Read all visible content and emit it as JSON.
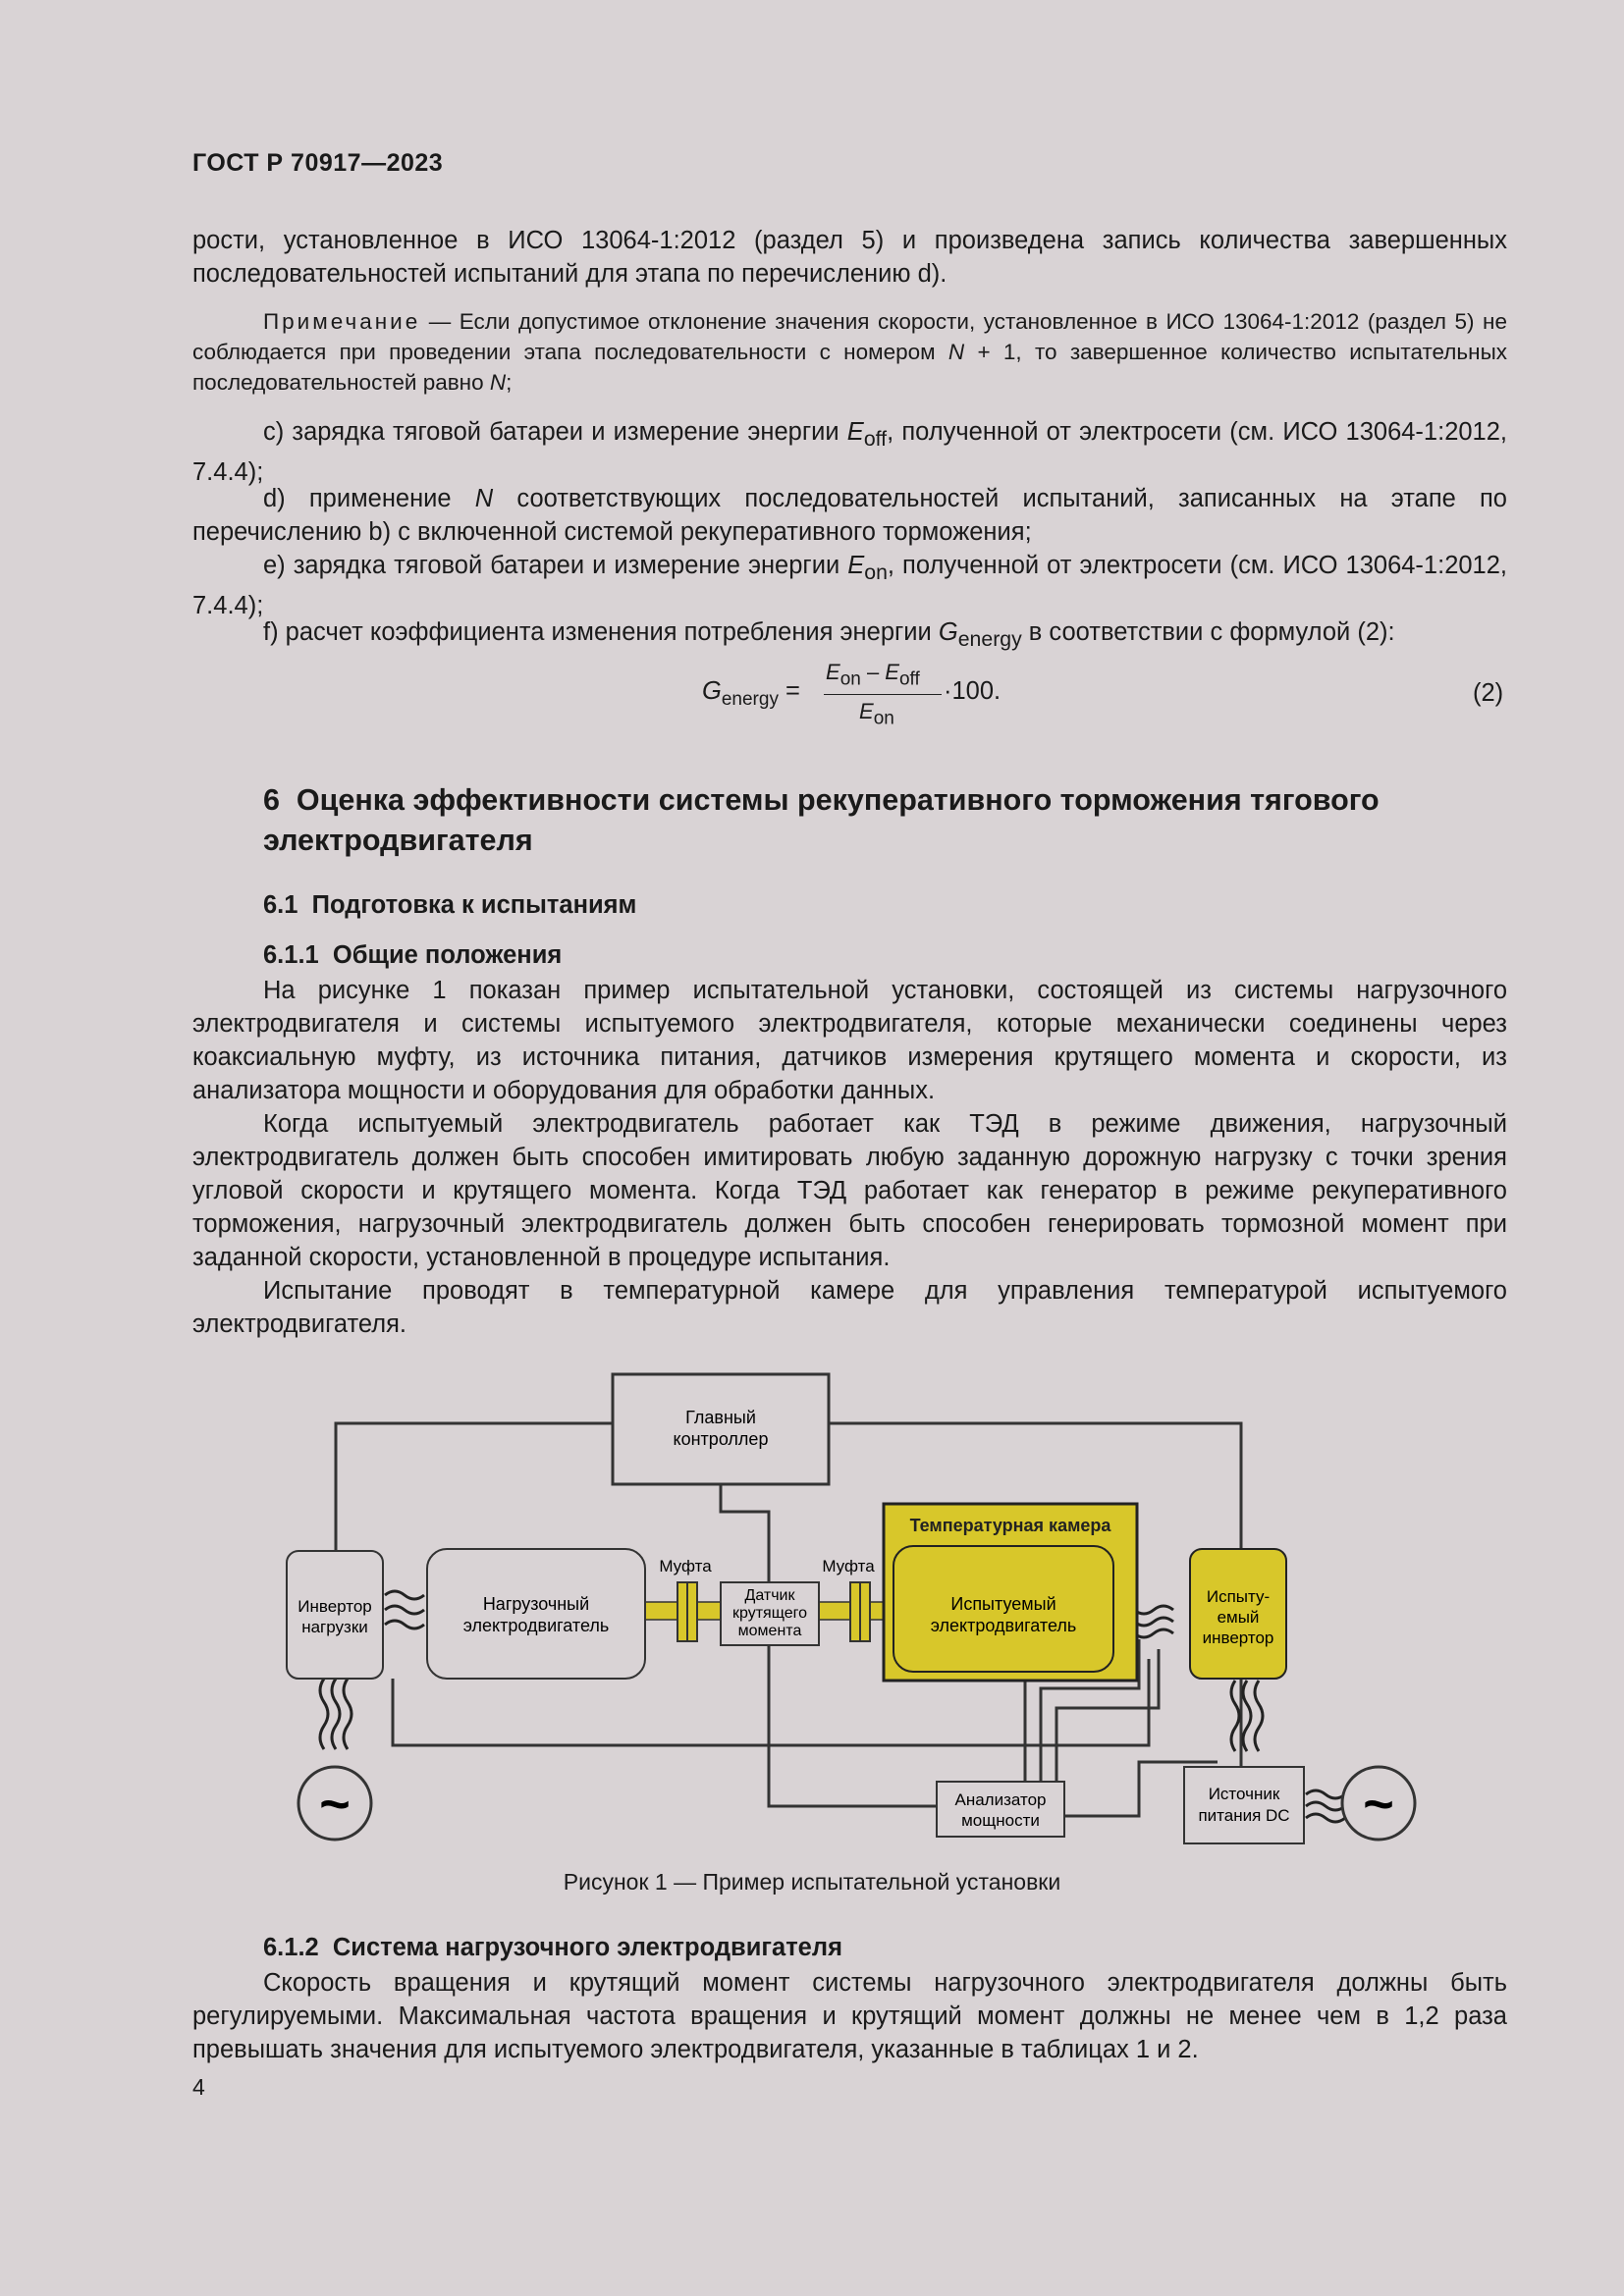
{
  "header": "ГОСТ Р 70917—2023",
  "para1": "рости, установленное в ИСО 13064-1:2012 (раздел 5) и произведена запись количества завершенных последовательностей испытаний для этапа по перечислению d).",
  "note": {
    "label": "Примечание",
    "pre": " — Если допустимое отклонение значения скорости, установленное в ИСО 13064-1:2012 (раздел 5) не соблюдается при проведении этапа последовательности с номером ",
    "var1": "N",
    "mid": " + 1, то завершенное количество испытательных последовательностей равно ",
    "var2": "N",
    "end": ";"
  },
  "item_c": {
    "pre": "c) зарядка тяговой батареи и измерение энергии ",
    "var": "E",
    "sub": "off",
    "post": ", полученной от электросети (см. ИСО 13064-1:2012, 7.4.4);"
  },
  "item_d": {
    "pre": "d) применение ",
    "var": "N",
    "post": " соответствующих последовательностей испытаний, записанных на этапе по перечислению b) с включенной системой рекуперативного торможения;"
  },
  "item_e": {
    "pre": "e) зарядка тяговой батареи и измерение энергии ",
    "var": "E",
    "sub": "on",
    "post": ", полученной от электросети (см. ИСО 13064-1:2012, 7.4.4);"
  },
  "item_f": {
    "pre": "f) расчет коэффициента изменения потребления энергии ",
    "var": "G",
    "sub": "energy",
    "post": " в соответствии с формулой (2):"
  },
  "formula": {
    "lhs_var": "G",
    "lhs_sub": "energy",
    "eq": " =",
    "num_a": "E",
    "num_a_sub": "on",
    "minus": " – ",
    "num_b": "E",
    "num_b_sub": "off",
    "den": "E",
    "den_sub": "on",
    "tail": "·100.",
    "number": "(2)"
  },
  "section6": {
    "number": "6",
    "title": "Оценка эффективности системы рекуперативного торможения тягового электродвигателя"
  },
  "sub61": {
    "number": "6.1",
    "title": "Подготовка к испытаниям"
  },
  "sub611": {
    "number": "6.1.1",
    "title": "Общие положения"
  },
  "p611a": "На рисунке 1 показан пример испытательной установки, состоящей из системы нагрузочного электродвигателя и системы испытуемого электродвигателя, которые механически соединены через коаксиальную муфту, из источника питания, датчиков измерения крутящего момента и скорости, из анализатора мощности и оборудования для обработки данных.",
  "p611b": "Когда испытуемый электродвигатель работает как ТЭД в режиме движения, нагрузочный электродвигатель должен быть способен имитировать любую заданную дорожную нагрузку с точки зрения угловой скорости и крутящего момента. Когда ТЭД работает как генератор в режиме рекуперативного торможения, нагрузочный электродвигатель должен быть способен генерировать тормозной момент при заданной скорости, установленной в процедуре испытания.",
  "p611c": "Испытание проводят в температурной камере для управления температурой испытуемого электродвигателя.",
  "diagram": {
    "main_controller": [
      "Главный",
      "контроллер"
    ],
    "temp_chamber": "Температурная камера",
    "load_inverter": [
      "Инвертор",
      "нагрузки"
    ],
    "load_motor": [
      "Нагрузочный",
      "электродвигатель"
    ],
    "coupling_left": "Муфта",
    "coupling_right": "Муфта",
    "torque_sensor": [
      "Датчик",
      "крутящего",
      "момента"
    ],
    "test_motor": [
      "Испытуемый",
      "электродвигатель"
    ],
    "test_inverter": [
      "Испыту-",
      "емый",
      "инвертор"
    ],
    "power_analyzer": [
      "Анализатор",
      "мощности"
    ],
    "dc_source": [
      "Источник",
      "питания DC"
    ],
    "ac_symbol": "~",
    "yellow": "#d8c72a"
  },
  "caption": "Рисунок 1 — Пример испытательной установки",
  "sub612": {
    "number": "6.1.2",
    "title": "Система нагрузочного электродвигателя"
  },
  "p612": "Скорость вращения и крутящий момент системы нагрузочного электродвигателя должны быть регулируемыми. Максимальная частота вращения и крутящий момент должны не менее чем в 1,2 раза превышать значения для испытуемого электродвигателя, указанные в таблицах 1 и 2.",
  "page_number": "4"
}
